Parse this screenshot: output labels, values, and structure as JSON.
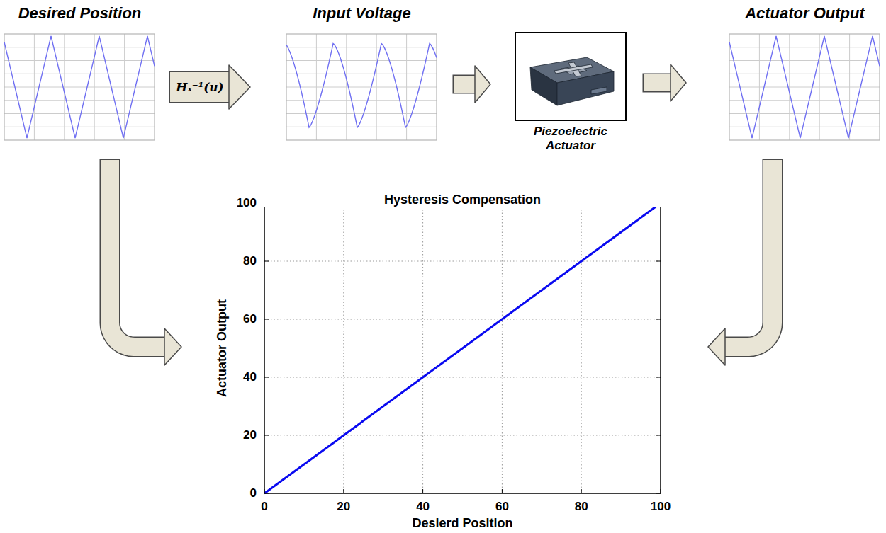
{
  "diagram": {
    "nodes": [
      {
        "text": [
          "Desired Position"
        ]
      },
      {
        "text": [
          "Input Voltage"
        ]
      },
      {
        "text": [
          "Piezoelectric Actuator"
        ]
      },
      {
        "text": [
          "Actuator Output"
        ]
      },
      {
        "text": [
          "Hysteresis Compensation"
        ]
      }
    ],
    "edges": [
      {
        "from": 0,
        "to": 1,
        "arrow": "to",
        "label": "Hₓ⁻¹(u)"
      },
      {
        "from": 1,
        "to": 2,
        "arrow": "to"
      },
      {
        "from": 2,
        "to": 3,
        "arrow": "to"
      },
      {
        "from": 0,
        "to": 4,
        "arrow": "to"
      },
      {
        "from": 3,
        "to": 4,
        "arrow": "to"
      }
    ],
    "labels": [
      "Actuator Output",
      "Desierd Position",
      "0",
      "20",
      "40",
      "60",
      "80",
      "100",
      "0",
      "20",
      "40",
      "60",
      "80",
      "100"
    ]
  }
}
